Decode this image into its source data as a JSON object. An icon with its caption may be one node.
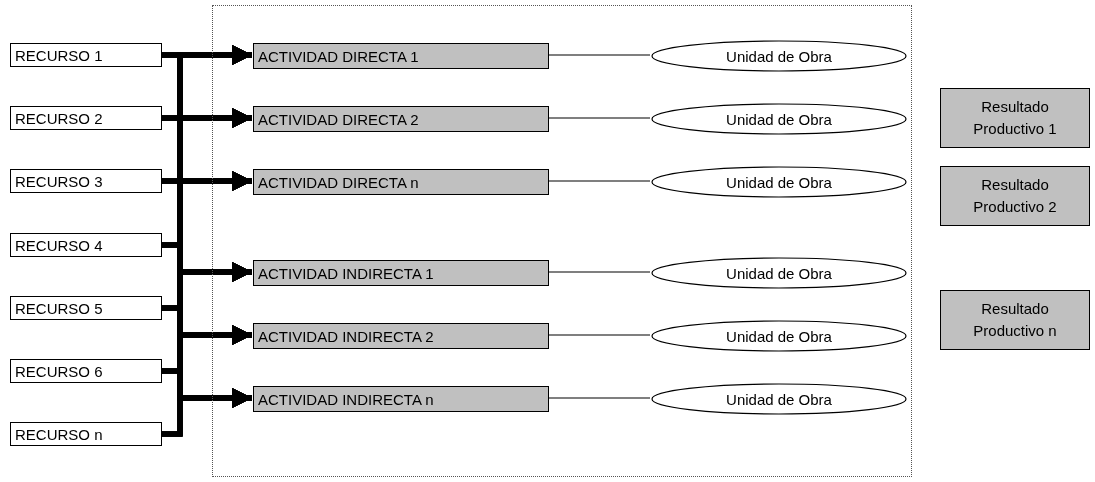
{
  "diagram": {
    "nodes": [
      {
        "text": [
          "RECURSO 1"
        ]
      },
      {
        "text": [
          "RECURSO 2"
        ]
      },
      {
        "text": [
          "RECURSO 3"
        ]
      },
      {
        "text": [
          "RECURSO 4"
        ]
      },
      {
        "text": [
          "RECURSO 5"
        ]
      },
      {
        "text": [
          "RECURSO 6"
        ]
      },
      {
        "text": [
          "RECURSO n"
        ]
      },
      {
        "text": [],
        "shape": "box"
      },
      {
        "text": [
          "ACTIVIDAD DIRECTA 1"
        ],
        "in": 7
      },
      {
        "text": [
          "Unidad de Obra"
        ],
        "in": 7
      },
      {
        "text": [
          "ACTIVIDAD DIRECTA 2"
        ],
        "in": 7
      },
      {
        "text": [
          "Unidad de Obra"
        ],
        "in": 7
      },
      {
        "text": [
          "ACTIVIDAD DIRECTA n"
        ],
        "in": 7
      },
      {
        "text": [
          "Unidad de Obra"
        ],
        "in": 7
      },
      {
        "text": [
          "ACTIVIDAD INDIRECTA 1"
        ],
        "in": 7
      },
      {
        "text": [
          "Unidad de Obra"
        ],
        "in": 7
      },
      {
        "text": [
          "ACTIVIDAD INDIRECTA 2"
        ],
        "in": 7
      },
      {
        "text": [
          "Unidad de Obra"
        ],
        "in": 7
      },
      {
        "text": [
          "ACTIVIDAD INDIRECTA n"
        ],
        "in": 7
      },
      {
        "text": [
          "Unidad de Obra"
        ],
        "in": 7
      },
      {
        "text": [
          "Resultado Productivo 1"
        ]
      },
      {
        "text": [
          "Resultado Productivo 2"
        ]
      },
      {
        "text": [
          "Resultado Productivo n"
        ]
      }
    ],
    "edges": [
      {
        "from": 0,
        "to": 8,
        "arrow": "to"
      },
      {
        "from": 0,
        "to": 10,
        "arrow": "to"
      },
      {
        "from": 0,
        "to": 12,
        "arrow": "to"
      },
      {
        "from": 0,
        "to": 14,
        "arrow": "to"
      },
      {
        "from": 0,
        "to": 16,
        "arrow": "to"
      },
      {
        "from": 0,
        "to": 18,
        "arrow": "to"
      },
      {
        "from": 1,
        "to": 8,
        "arrow": "to"
      },
      {
        "from": 1,
        "to": 10,
        "arrow": "to"
      },
      {
        "from": 1,
        "to": 12,
        "arrow": "to"
      },
      {
        "from": 1,
        "to": 14,
        "arrow": "to"
      },
      {
        "from": 1,
        "to": 16,
        "arrow": "to"
      },
      {
        "from": 1,
        "to": 18,
        "arrow": "to"
      },
      {
        "from": 2,
        "to": 8,
        "arrow": "to"
      },
      {
        "from": 2,
        "to": 10,
        "arrow": "to"
      },
      {
        "from": 2,
        "to": 12,
        "arrow": "to"
      },
      {
        "from": 2,
        "to": 14,
        "arrow": "to"
      },
      {
        "from": 2,
        "to": 16,
        "arrow": "to"
      },
      {
        "from": 2,
        "to": 18,
        "arrow": "to"
      },
      {
        "from": 3,
        "to": 8,
        "arrow": "to"
      },
      {
        "from": 3,
        "to": 10,
        "arrow": "to"
      },
      {
        "from": 3,
        "to": 12,
        "arrow": "to"
      },
      {
        "from": 3,
        "to": 14,
        "arrow": "to"
      },
      {
        "from": 3,
        "to": 16,
        "arrow": "to"
      },
      {
        "from": 3,
        "to": 18,
        "arrow": "to"
      },
      {
        "from": 4,
        "to": 8,
        "arrow": "to"
      },
      {
        "from": 4,
        "to": 10,
        "arrow": "to"
      },
      {
        "from": 4,
        "to": 12,
        "arrow": "to"
      },
      {
        "from": 4,
        "to": 14,
        "arrow": "to"
      },
      {
        "from": 4,
        "to": 16,
        "arrow": "to"
      },
      {
        "from": 4,
        "to": 18,
        "arrow": "to"
      },
      {
        "from": 5,
        "to": 8,
        "arrow": "to"
      },
      {
        "from": 5,
        "to": 10,
        "arrow": "to"
      },
      {
        "from": 5,
        "to": 12,
        "arrow": "to"
      },
      {
        "from": 5,
        "to": 14,
        "arrow": "to"
      },
      {
        "from": 5,
        "to": 16,
        "arrow": "to"
      },
      {
        "from": 5,
        "to": 18,
        "arrow": "to"
      },
      {
        "from": 6,
        "to": 8,
        "arrow": "to"
      },
      {
        "from": 6,
        "to": 10,
        "arrow": "to"
      },
      {
        "from": 6,
        "to": 12,
        "arrow": "to"
      },
      {
        "from": 6,
        "to": 14,
        "arrow": "to"
      },
      {
        "from": 6,
        "to": 16,
        "arrow": "to"
      },
      {
        "from": 6,
        "to": 18,
        "arrow": "to"
      },
      {
        "from": 8,
        "to": 9,
        "arrow": "none"
      },
      {
        "from": 10,
        "to": 11,
        "arrow": "none"
      },
      {
        "from": 12,
        "to": 13,
        "arrow": "none"
      },
      {
        "from": 14,
        "to": 15,
        "arrow": "none"
      },
      {
        "from": 16,
        "to": 17,
        "arrow": "none"
      },
      {
        "from": 18,
        "to": 19,
        "arrow": "none"
      }
    ]
  }
}
